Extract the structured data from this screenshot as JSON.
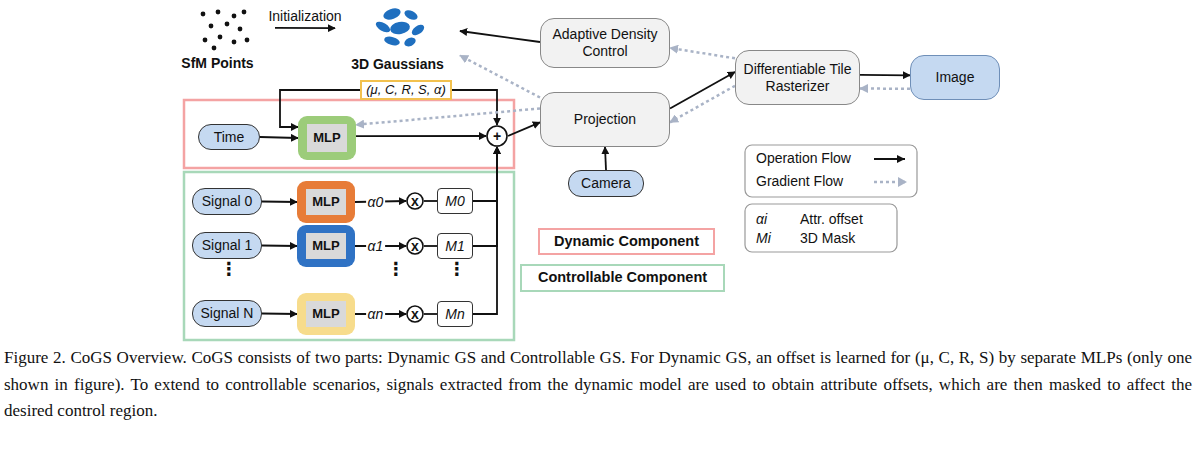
{
  "diagram": {
    "caption": "Figure 2. CoGS Overview. CoGS consists of two parts: Dynamic GS and Controllable GS. For Dynamic GS, an offset is learned for (μ, C, R, S) by separate MLPs (only one shown in figure). To extend to controllable scenarios, signals extracted from the dynamic model are used to obtain attribute offsets, which are then masked to affect the desired control region.",
    "nodes": [
      {
        "text": [
          "SfM Points"
        ]
      },
      {
        "text": [
          "3D Gaussians"
        ]
      },
      {
        "text": [
          "(μ, C, R, S, α)"
        ]
      },
      {
        "text": [
          "Adaptive Density Control"
        ]
      },
      {
        "text": [
          "Differentiable Tile Rasterizer"
        ]
      },
      {
        "text": [
          "Image"
        ]
      },
      {
        "text": [
          "Time"
        ]
      },
      {
        "text": [
          "MLP"
        ]
      },
      {
        "text": [
          "+"
        ]
      },
      {
        "text": [
          "Projection"
        ]
      },
      {
        "text": [
          "Camera"
        ]
      },
      {
        "text": [
          "Signal 0"
        ]
      },
      {
        "text": [
          "MLP"
        ]
      },
      {
        "text": [
          "x"
        ]
      },
      {
        "text": [
          "M0"
        ]
      },
      {
        "text": [
          "Signal 1"
        ]
      },
      {
        "text": [
          "MLP"
        ]
      },
      {
        "text": [
          "x"
        ]
      },
      {
        "text": [
          "M1"
        ]
      },
      {
        "text": [
          "Signal N"
        ]
      },
      {
        "text": [
          "MLP"
        ]
      },
      {
        "text": [
          "x"
        ]
      },
      {
        "text": [
          "Mn"
        ]
      },
      {
        "text": [
          "Dynamic Component"
        ]
      },
      {
        "text": [
          "Controllable Component"
        ]
      }
    ],
    "edges": [
      {
        "from": 0,
        "to": 1,
        "label": "Initialization",
        "arrow": "to"
      },
      {
        "from": 3,
        "to": 1,
        "arrow": "to"
      },
      {
        "from": 2,
        "to": 7,
        "arrow": "to"
      },
      {
        "from": 6,
        "to": 7,
        "arrow": "to"
      },
      {
        "from": 7,
        "to": 8,
        "arrow": "to"
      },
      {
        "from": 2,
        "to": 8,
        "arrow": "to"
      },
      {
        "from": 8,
        "to": 9,
        "arrow": "to"
      },
      {
        "from": 10,
        "to": 9,
        "arrow": "to"
      },
      {
        "from": 9,
        "to": 4,
        "arrow": "to"
      },
      {
        "from": 4,
        "to": 5,
        "arrow": "to"
      },
      {
        "from": 5,
        "to": 4,
        "arrow": "to"
      },
      {
        "from": 4,
        "to": 9,
        "arrow": "to"
      },
      {
        "from": 4,
        "to": 3,
        "arrow": "to"
      },
      {
        "from": 9,
        "to": 1,
        "arrow": "to"
      },
      {
        "from": 9,
        "to": 7,
        "arrow": "to"
      },
      {
        "from": 11,
        "to": 12,
        "arrow": "to"
      },
      {
        "from": 12,
        "to": 13,
        "label": "α0",
        "arrow": "to"
      },
      {
        "from": 13,
        "to": 14,
        "arrow": "none"
      },
      {
        "from": 14,
        "to": 8,
        "arrow": "to"
      },
      {
        "from": 15,
        "to": 16,
        "arrow": "to"
      },
      {
        "from": 16,
        "to": 17,
        "label": "α1",
        "arrow": "to"
      },
      {
        "from": 17,
        "to": 18,
        "arrow": "none"
      },
      {
        "from": 18,
        "to": 8,
        "arrow": "to"
      },
      {
        "from": 19,
        "to": 20,
        "arrow": "to"
      },
      {
        "from": 20,
        "to": 21,
        "label": "αn",
        "arrow": "to"
      },
      {
        "from": 21,
        "to": 22,
        "arrow": "none"
      },
      {
        "from": 22,
        "to": 8,
        "arrow": "to"
      }
    ],
    "labels": [
      "⋮",
      "⋮",
      "⋮",
      "αi",
      "Attr. offset",
      "Mi",
      "3D Mask"
    ],
    "legend": [
      {
        "text": "Operation Flow"
      },
      {
        "text": "Gradient Flow"
      }
    ]
  }
}
